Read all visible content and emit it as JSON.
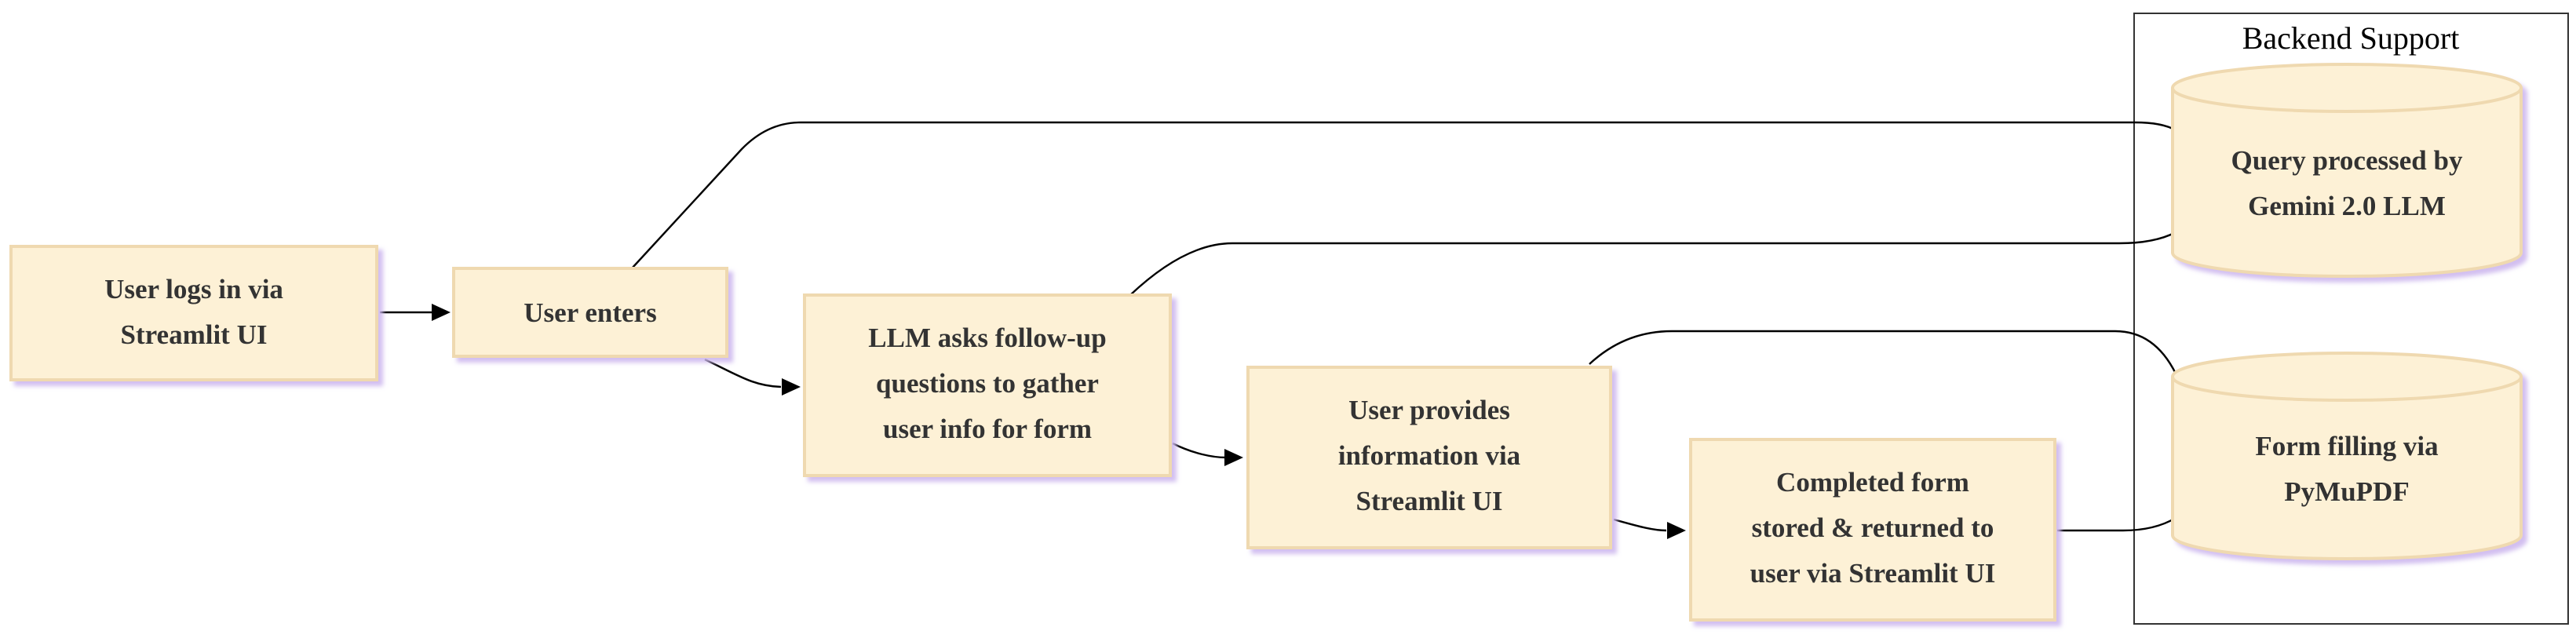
{
  "colors": {
    "node_fill": "#fdf1d6",
    "node_border": "#efd9b0",
    "node_glow": "#dccbf0",
    "text": "#333333",
    "edge": "#000000",
    "cluster_border": "#333333"
  },
  "cluster": {
    "title": "Backend Support"
  },
  "nodes": {
    "login": {
      "line1": "User logs in via",
      "line2": "Streamlit UI"
    },
    "enters": {
      "line1": "User enters"
    },
    "followup": {
      "line1": "LLM asks follow-up",
      "line2": "questions to gather",
      "line3": "user info for form"
    },
    "provides": {
      "line1": "User provides",
      "line2": "information via",
      "line3": "Streamlit UI"
    },
    "completed": {
      "line1": "Completed form",
      "line2": "stored & returned to",
      "line3": "user via Streamlit UI"
    },
    "gemini": {
      "line1": "Query processed by",
      "line2": "Gemini 2.0 LLM"
    },
    "pymupdf": {
      "line1": "Form filling via",
      "line2": "PyMuPDF"
    }
  }
}
